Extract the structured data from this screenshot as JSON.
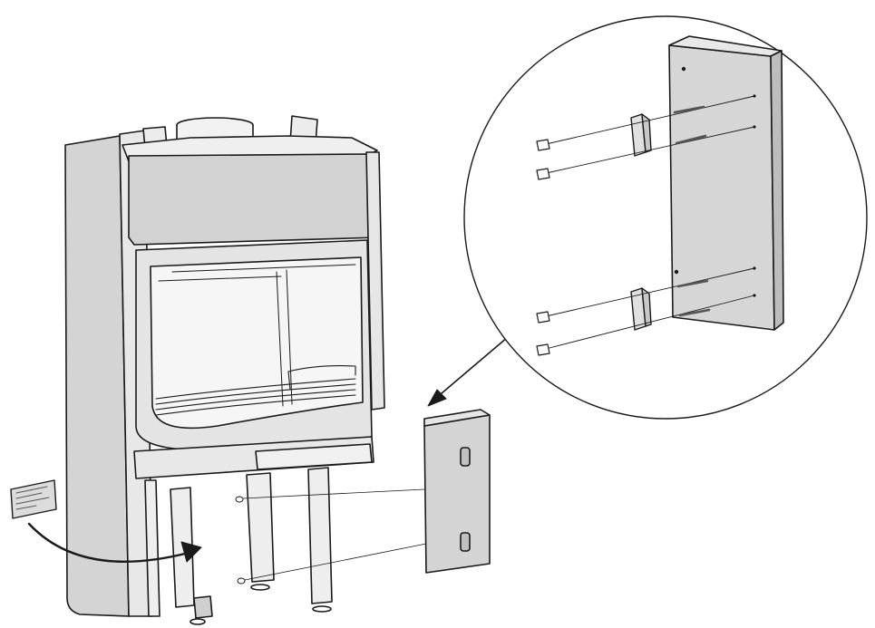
{
  "diagram": {
    "kind": "fireplace-cladding-assembly",
    "views": [
      "main-assembly",
      "detail-enlargement"
    ],
    "colors": {
      "line": "#1a1a1a",
      "panel_fill": "#d4d4d4",
      "frame_fill": "#e2e2e2",
      "glass_fill": "#f4f4f4",
      "background": "#ffffff"
    },
    "icons": [
      "fireplace-insert",
      "cladding-panel",
      "mounting-bracket",
      "screw",
      "rating-plate",
      "arrow-icon"
    ]
  }
}
